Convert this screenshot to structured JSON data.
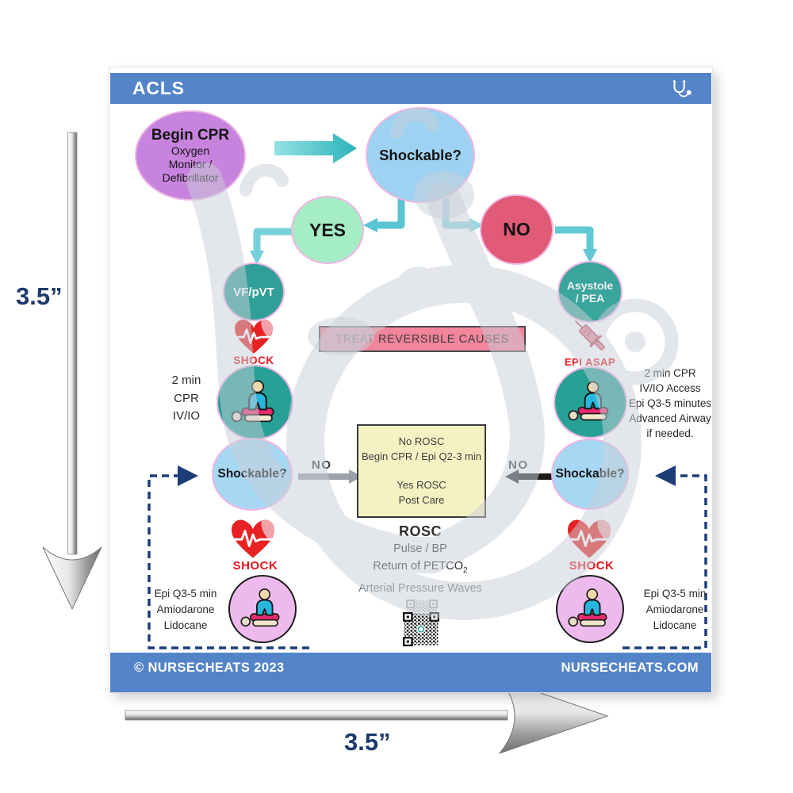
{
  "card": {
    "header": {
      "title": "ACLS"
    },
    "footer": {
      "copyright": "© NURSECHEATS 2023",
      "website": "NURSECHEATS.COM"
    },
    "nodes": {
      "begin_cpr": {
        "title": "Begin CPR",
        "line1": "Oxygen",
        "line2": "Monitor /",
        "line3": "Defibrillator"
      },
      "shockable_top": {
        "label": "Shockable?"
      },
      "yes": {
        "label": "YES"
      },
      "no": {
        "label": "NO"
      },
      "vf_pvt": {
        "label": "VF/pVT"
      },
      "asystole": {
        "line1": "Asystole",
        "line2": "/ PEA"
      },
      "shockable_left": {
        "label": "Shockable?"
      },
      "shockable_right": {
        "label": "Shockable?"
      }
    },
    "labels": {
      "shock": "SHOCK",
      "epi_asap": "EPI ASAP",
      "treat_reversible": "TREAT REVERSIBLE CAUSES",
      "no_branch_left": "NO",
      "no_branch_right": "NO",
      "left_cycle": {
        "line1": "2 min",
        "line2": "CPR",
        "line3": "IV/IO"
      },
      "right_cycle": {
        "line1": "2 min CPR",
        "line2": "IV/IO Access",
        "line3": "Epi Q3-5 minutes",
        "line4": "Advanced Airway",
        "line5": "if needed."
      },
      "meds": {
        "line1": "Epi Q3-5 min",
        "line2": "Amiodarone",
        "line3": "Lidocane"
      }
    },
    "rosc_box": {
      "line1": "No ROSC",
      "line2": "Begin CPR / Epi Q2-3 min",
      "line3": "Yes ROSC",
      "line4": "Post Care"
    },
    "rosc_summary": {
      "title": "ROSC",
      "line1": "Pulse / BP",
      "line2": "Return of PETCO",
      "line2_sub": "2",
      "line3": "Arterial Pressure Waves"
    }
  },
  "dimensions": {
    "height_label": "3.5”",
    "width_label": "3.5”"
  },
  "colors": {
    "header_blue": "#5484c8",
    "teal_node": "#2f9f98",
    "teal_cpr": "#27a096",
    "light_blue": "#9ed2f2",
    "green": "#a5edc5",
    "red_pink": "#e15b76",
    "purple": "#c783de",
    "yellow_box": "#f4f1c3",
    "banner_pink": "#f2849b",
    "shock_red": "#e8151c",
    "navy_dashed": "#1d3d78",
    "pink_circle": "#eebaee"
  }
}
